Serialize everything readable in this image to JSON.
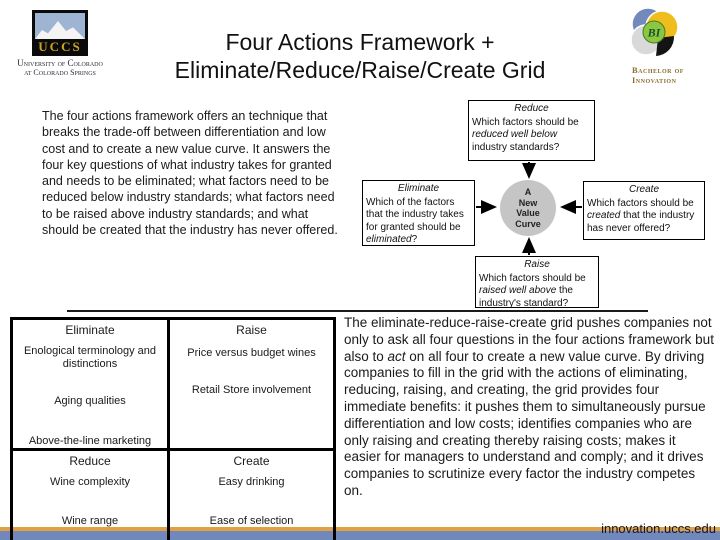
{
  "slide": {
    "title_line1": "Four Actions Framework +",
    "title_line2": "Eliminate/Reduce/Raise/Create Grid",
    "footer_url": "innovation.uccs.edu"
  },
  "logos": {
    "uccs": {
      "acronym": "UCCS",
      "name_line1": "University of Colorado",
      "name_line2": "at Colorado Springs"
    },
    "bi": {
      "monogram": "BI",
      "name_line1": "Bachelor of",
      "name_line2": "Innovation"
    }
  },
  "intro_paragraph": "The four actions framework offers an technique that breaks the trade-off between differentiation and low cost and to create a new value curve.  It answers the four key questions of what industry takes for granted and needs to be eliminated; what factors need to be reduced below industry standards; what factors need to be raised above industry standards; and what should be created that the industry has never offered.",
  "diagram": {
    "center_lines": [
      "A",
      "New",
      "Value",
      "Curve"
    ],
    "boxes": {
      "reduce": {
        "title": "Reduce",
        "body_pre": "Which factors should be ",
        "body_em": "reduced well below",
        "body_post": " industry standards?"
      },
      "eliminate": {
        "title": "Eliminate",
        "body_pre": "Which of the factors that the industry takes for granted should be ",
        "body_em": "eliminated",
        "body_post": "?"
      },
      "create": {
        "title": "Create",
        "body_pre": "Which factors should be ",
        "body_em": "created",
        "body_post": " that the industry has never offered?"
      },
      "raise": {
        "title": "Raise",
        "body_pre": "Which factors should be ",
        "body_em": "raised well above",
        "body_post": " the industry's standard?"
      }
    }
  },
  "grid_table": {
    "cells": [
      {
        "header": "Eliminate",
        "items": [
          "Enological terminology and distinctions",
          "Aging qualities",
          "Above-the-line marketing"
        ]
      },
      {
        "header": "Raise",
        "items": [
          "Price versus budget wines",
          "Retail Store involvement"
        ]
      },
      {
        "header": "Reduce",
        "items": [
          "Wine complexity",
          "Wine range"
        ]
      },
      {
        "header": "Create",
        "items": [
          "Easy drinking",
          "Ease of selection"
        ]
      }
    ]
  },
  "closing_paragraph": {
    "part1": "The eliminate-reduce-raise-create grid pushes companies not only to ask all four questions in the four actions framework but also to ",
    "em": "act",
    "part2": " on all four to create a new value curve.  By driving companies to fill in the grid with the actions of eliminating, reducing, raising, and creating, the grid provides four immediate benefits: it pushes them to simultaneously pursue differentiation and low costs; identifies companies who are only raising and creating thereby raising costs; makes it easier for managers to understand and comply; and it drives companies to scrutinize every factor the industry competes on."
  },
  "colors": {
    "footer_gold": "#dfa142",
    "footer_blue": "#7188bd",
    "diagram_circle_fill": "#c5c5c5",
    "uccs_gold": "#c9a227",
    "bi_text_brown": "#8b6f2e"
  }
}
